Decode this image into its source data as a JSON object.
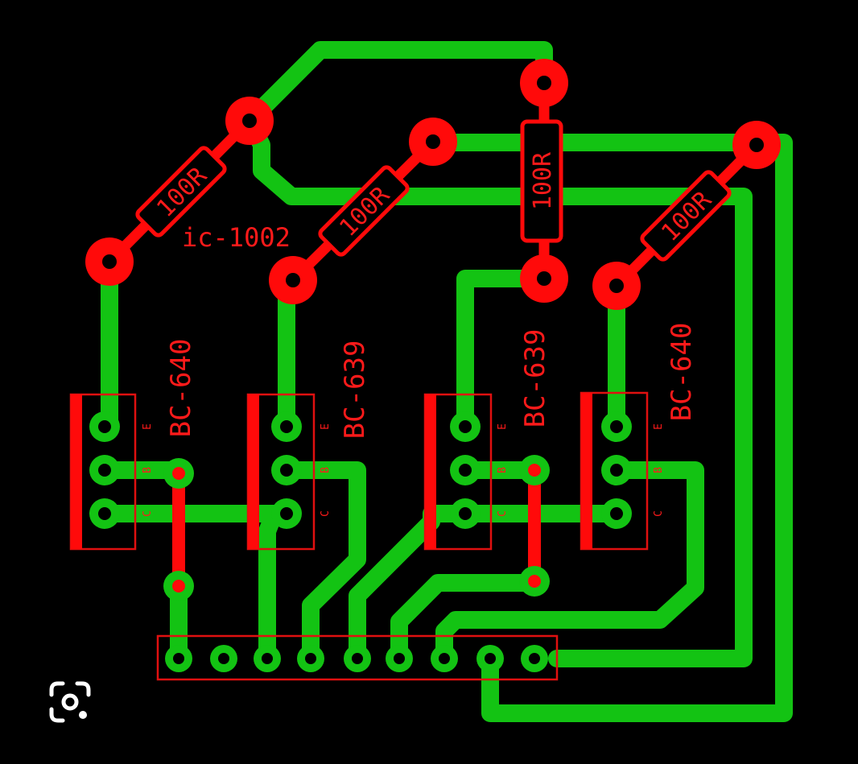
{
  "pcb": {
    "colors": {
      "background": "#000000",
      "copper": "#13c313",
      "silkscreen": "#ff0a0a"
    },
    "resistors": [
      {
        "id": "r1",
        "label": "100R"
      },
      {
        "id": "r2",
        "label": "100R"
      },
      {
        "id": "r3",
        "label": "100R"
      },
      {
        "id": "r4",
        "label": "100R"
      }
    ],
    "ic_label": "ic-1002",
    "transistors": [
      {
        "id": "q1",
        "label": "BC-640",
        "pins": [
          "E",
          "B",
          "C"
        ]
      },
      {
        "id": "q2",
        "label": "BC-639",
        "pins": [
          "E",
          "B",
          "C"
        ]
      },
      {
        "id": "q3",
        "label": "BC-639",
        "pins": [
          "E",
          "B",
          "C"
        ]
      },
      {
        "id": "q4",
        "label": "BC-640",
        "pins": [
          "E",
          "B",
          "C"
        ]
      }
    ],
    "connector_pin_count": 9
  },
  "overlay": {
    "lens_icon": "google-lens-icon"
  }
}
